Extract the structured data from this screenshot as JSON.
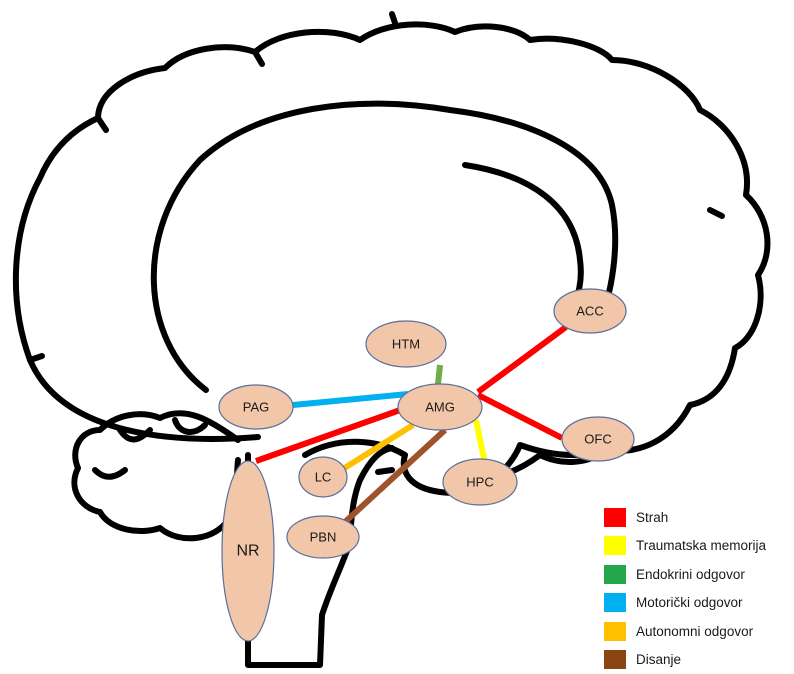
{
  "regions": [
    {
      "id": "acc",
      "label": "ACC"
    },
    {
      "id": "htm",
      "label": "HTM"
    },
    {
      "id": "pag",
      "label": "PAG"
    },
    {
      "id": "amg",
      "label": "AMG"
    },
    {
      "id": "ofc",
      "label": "OFC"
    },
    {
      "id": "lc",
      "label": "LC"
    },
    {
      "id": "hpc",
      "label": "HPC"
    },
    {
      "id": "pbn",
      "label": "PBN"
    },
    {
      "id": "nr",
      "label": "NR"
    }
  ],
  "legend": [
    {
      "label": "Strah",
      "color": "#ff0000"
    },
    {
      "label": "Traumatska memorija",
      "color": "#ffff00"
    },
    {
      "label": "Endokrini odgovor",
      "color": "#22a84a"
    },
    {
      "label": "Motorički odgovor",
      "color": "#00b0f0"
    },
    {
      "label": "Autonomni odgovor",
      "color": "#ffc000"
    },
    {
      "label": "Disanje",
      "color": "#8b4513"
    }
  ],
  "connections": [
    {
      "from": "AMG",
      "to": "ACC",
      "type": "Strah",
      "color": "#ff0000"
    },
    {
      "from": "AMG",
      "to": "OFC",
      "type": "Strah",
      "color": "#ff0000"
    },
    {
      "from": "AMG",
      "to": "NR",
      "type": "Strah",
      "color": "#ff0000"
    },
    {
      "from": "AMG",
      "to": "HPC",
      "type": "Traumatska memorija",
      "color": "#ffff00"
    },
    {
      "from": "AMG",
      "to": "HTM",
      "type": "Endokrini odgovor",
      "color": "#70ad47"
    },
    {
      "from": "AMG",
      "to": "PAG",
      "type": "Motorički odgovor",
      "color": "#00b0f0"
    },
    {
      "from": "AMG",
      "to": "LC",
      "type": "Autonomni odgovor",
      "color": "#ffc000"
    },
    {
      "from": "AMG",
      "to": "PBN",
      "type": "Disanje",
      "color": "#a0522d"
    }
  ]
}
